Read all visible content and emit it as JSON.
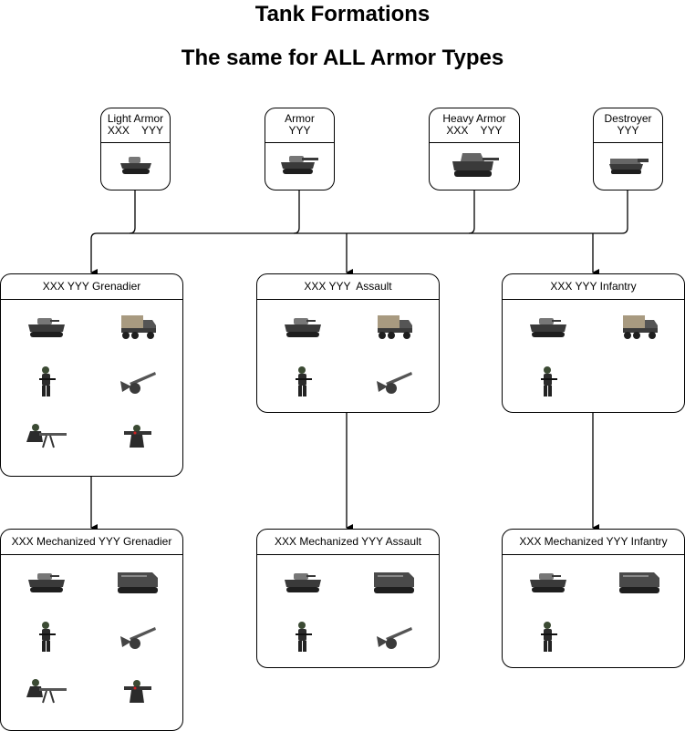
{
  "title": "Tank Formations",
  "subtitle": "The same for ALL Armor Types",
  "armor_types": [
    {
      "line1": "Light Armor",
      "line2": "XXX    YYY",
      "icon": "light-tank-icon"
    },
    {
      "line1": "Armor",
      "line2": "YYY",
      "icon": "medium-tank-icon"
    },
    {
      "line1": "Heavy Armor",
      "line2": "XXX    YYY",
      "icon": "heavy-tank-icon"
    },
    {
      "line1": "Destroyer",
      "line2": "YYY",
      "icon": "tank-destroyer-icon"
    }
  ],
  "formations": [
    {
      "label": "XXX YYY Grenadier",
      "units": [
        "tank-icon",
        "truck-icon",
        "rifleman-icon",
        "artillery-gun-icon",
        "machine-gunner-icon",
        "bazooka-soldier-icon"
      ]
    },
    {
      "label": "XXX YYY  Assault",
      "units": [
        "tank-icon",
        "truck-icon",
        "rifleman-icon",
        "artillery-gun-icon"
      ]
    },
    {
      "label": "XXX YYY Infantry",
      "units": [
        "tank-icon",
        "truck-icon",
        "rifleman-icon"
      ]
    },
    {
      "label": "XXX Mechanized YYY Grenadier",
      "units": [
        "tank-icon",
        "halftrack-icon",
        "rifleman-icon",
        "artillery-gun-icon",
        "machine-gunner-icon",
        "bazooka-soldier-icon"
      ]
    },
    {
      "label": "XXX Mechanized YYY Assault",
      "units": [
        "tank-icon",
        "halftrack-icon",
        "rifleman-icon",
        "artillery-gun-icon"
      ]
    },
    {
      "label": "XXX Mechanized YYY Infantry",
      "units": [
        "tank-icon",
        "halftrack-icon",
        "rifleman-icon"
      ]
    }
  ]
}
